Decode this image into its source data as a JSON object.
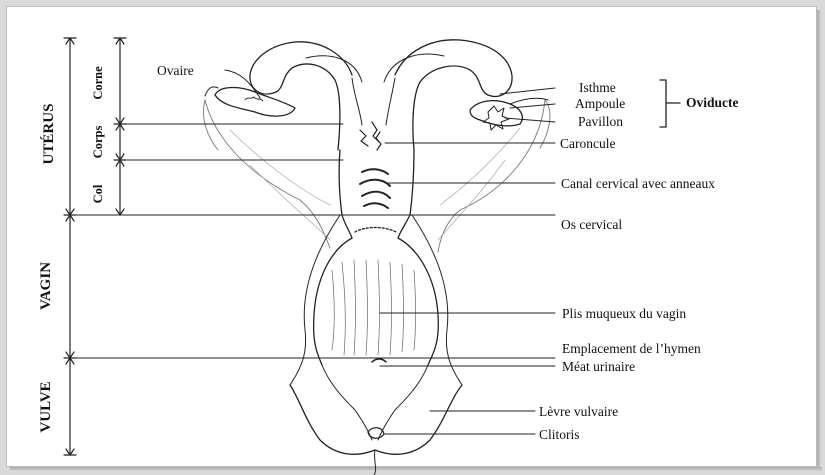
{
  "regions": {
    "uterus": "UTÉRUS",
    "vagina": "VAGIN",
    "vulva": "VULVE",
    "horn": "Corne",
    "body": "Corps",
    "neck": "Col"
  },
  "labels": {
    "ovary": "Ovaire",
    "isthmus": "Isthme",
    "ampulla": "Ampoule",
    "infundibulum": "Pavillon",
    "oviduct": "Oviducte",
    "caruncle": "Caroncule",
    "cervical_canal": "Canal cervical avec anneaux",
    "cervical_os": "Os cervical",
    "vaginal_folds": "Plis muqueux du vagin",
    "hymen": "Emplacement de l’hymen",
    "urethral_meatus": "Méat urinaire",
    "vulvar_lip": "Lèvre vulvaire",
    "clitoris": "Clitoris"
  }
}
